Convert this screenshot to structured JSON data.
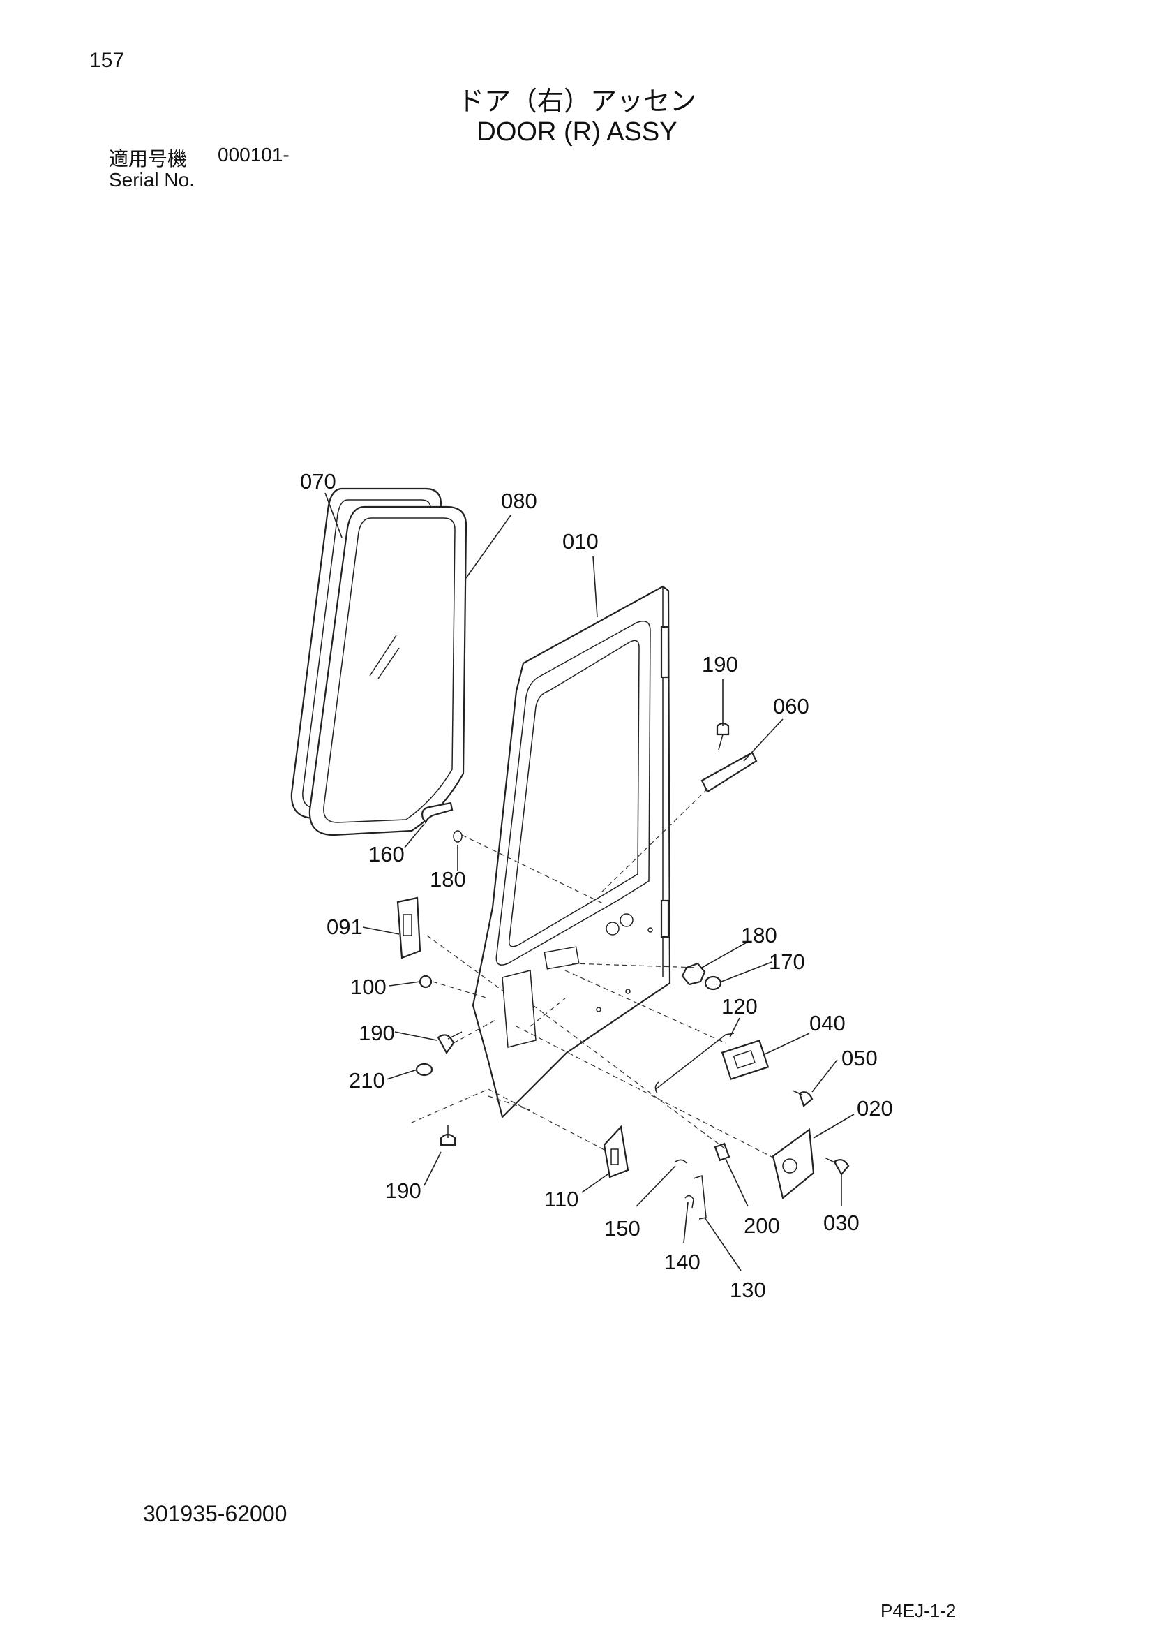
{
  "page_number": "157",
  "title_ja": "ドア（右）アッセン",
  "title_en": "DOOR (R) ASSY",
  "serial": {
    "label_ja": "適用号機",
    "value": "000101-",
    "label_en": "Serial No."
  },
  "drawing_number": "301935-62000",
  "page_ref": "P4EJ-1-2",
  "callouts": {
    "c070": "070",
    "c080": "080",
    "c010": "010",
    "c190a": "190",
    "c060": "060",
    "c160": "160",
    "c180a": "180",
    "c091": "091",
    "c180b": "180",
    "c170": "170",
    "c100": "100",
    "c120": "120",
    "c190b": "190",
    "c040": "040",
    "c050": "050",
    "c210": "210",
    "c020": "020",
    "c190c": "190",
    "c110": "110",
    "c030": "030",
    "c150": "150",
    "c200": "200",
    "c140": "140",
    "c130": "130"
  }
}
